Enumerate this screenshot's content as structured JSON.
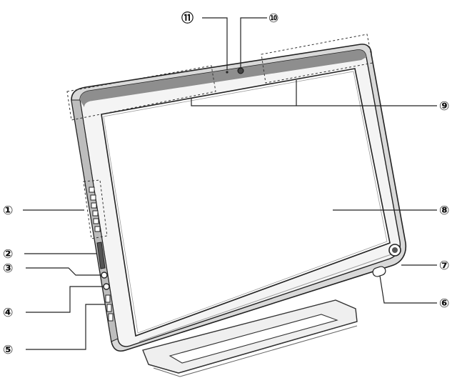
{
  "callouts": [
    {
      "id": "c1",
      "label": "①"
    },
    {
      "id": "c2",
      "label": "②"
    },
    {
      "id": "c3",
      "label": "③"
    },
    {
      "id": "c4",
      "label": "④"
    },
    {
      "id": "c5",
      "label": "⑤"
    },
    {
      "id": "c6",
      "label": "⑥"
    },
    {
      "id": "c7",
      "label": "⑦"
    },
    {
      "id": "c8",
      "label": "⑧"
    },
    {
      "id": "c9",
      "label": "⑨"
    },
    {
      "id": "c10",
      "label": "⑩"
    },
    {
      "id": "c11",
      "label": "⑪"
    }
  ]
}
